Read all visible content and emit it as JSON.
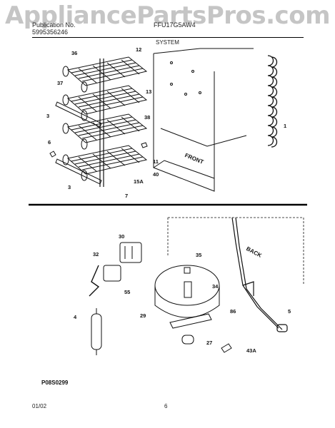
{
  "watermark": "AppliancePartsPros.com",
  "header": {
    "brand_line1": "Publication No.",
    "brand_line2": "5995356246",
    "model_code": "FFU17G5AW4",
    "section_title": "SYSTEM"
  },
  "upper_labels": [
    "12",
    "36",
    "37",
    "13",
    "38",
    "3",
    "6",
    "11",
    "40",
    "15A",
    "3",
    "7",
    "1"
  ],
  "upper_text": {
    "front": "FRONT"
  },
  "lower_labels": [
    "30",
    "32",
    "55",
    "35",
    "34",
    "29",
    "4",
    "86",
    "5",
    "27",
    "43A"
  ],
  "lower_text": {
    "back": "BACK"
  },
  "diagram_code": "P08S0299",
  "footer": {
    "date": "01/02",
    "page": "6"
  }
}
